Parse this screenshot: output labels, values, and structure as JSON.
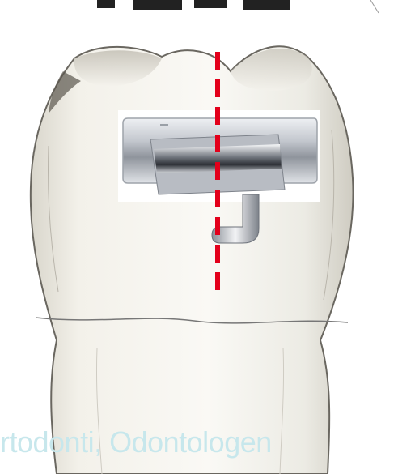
{
  "caption": {
    "text": "rtodonti, Odontologen",
    "color": "#c7e7ec"
  },
  "top_title_fragment": "",
  "colors": {
    "centerline": "#e3001b",
    "bracket_metal": "#c9ccd2",
    "tooth_outline": "#555555",
    "tooth_fill": "#f2f0ea"
  },
  "icons": {
    "tooth": "molar-tooth-illustration",
    "bracket": "orthodontic-bracket",
    "centerline": "dashed-vertical-midline"
  }
}
